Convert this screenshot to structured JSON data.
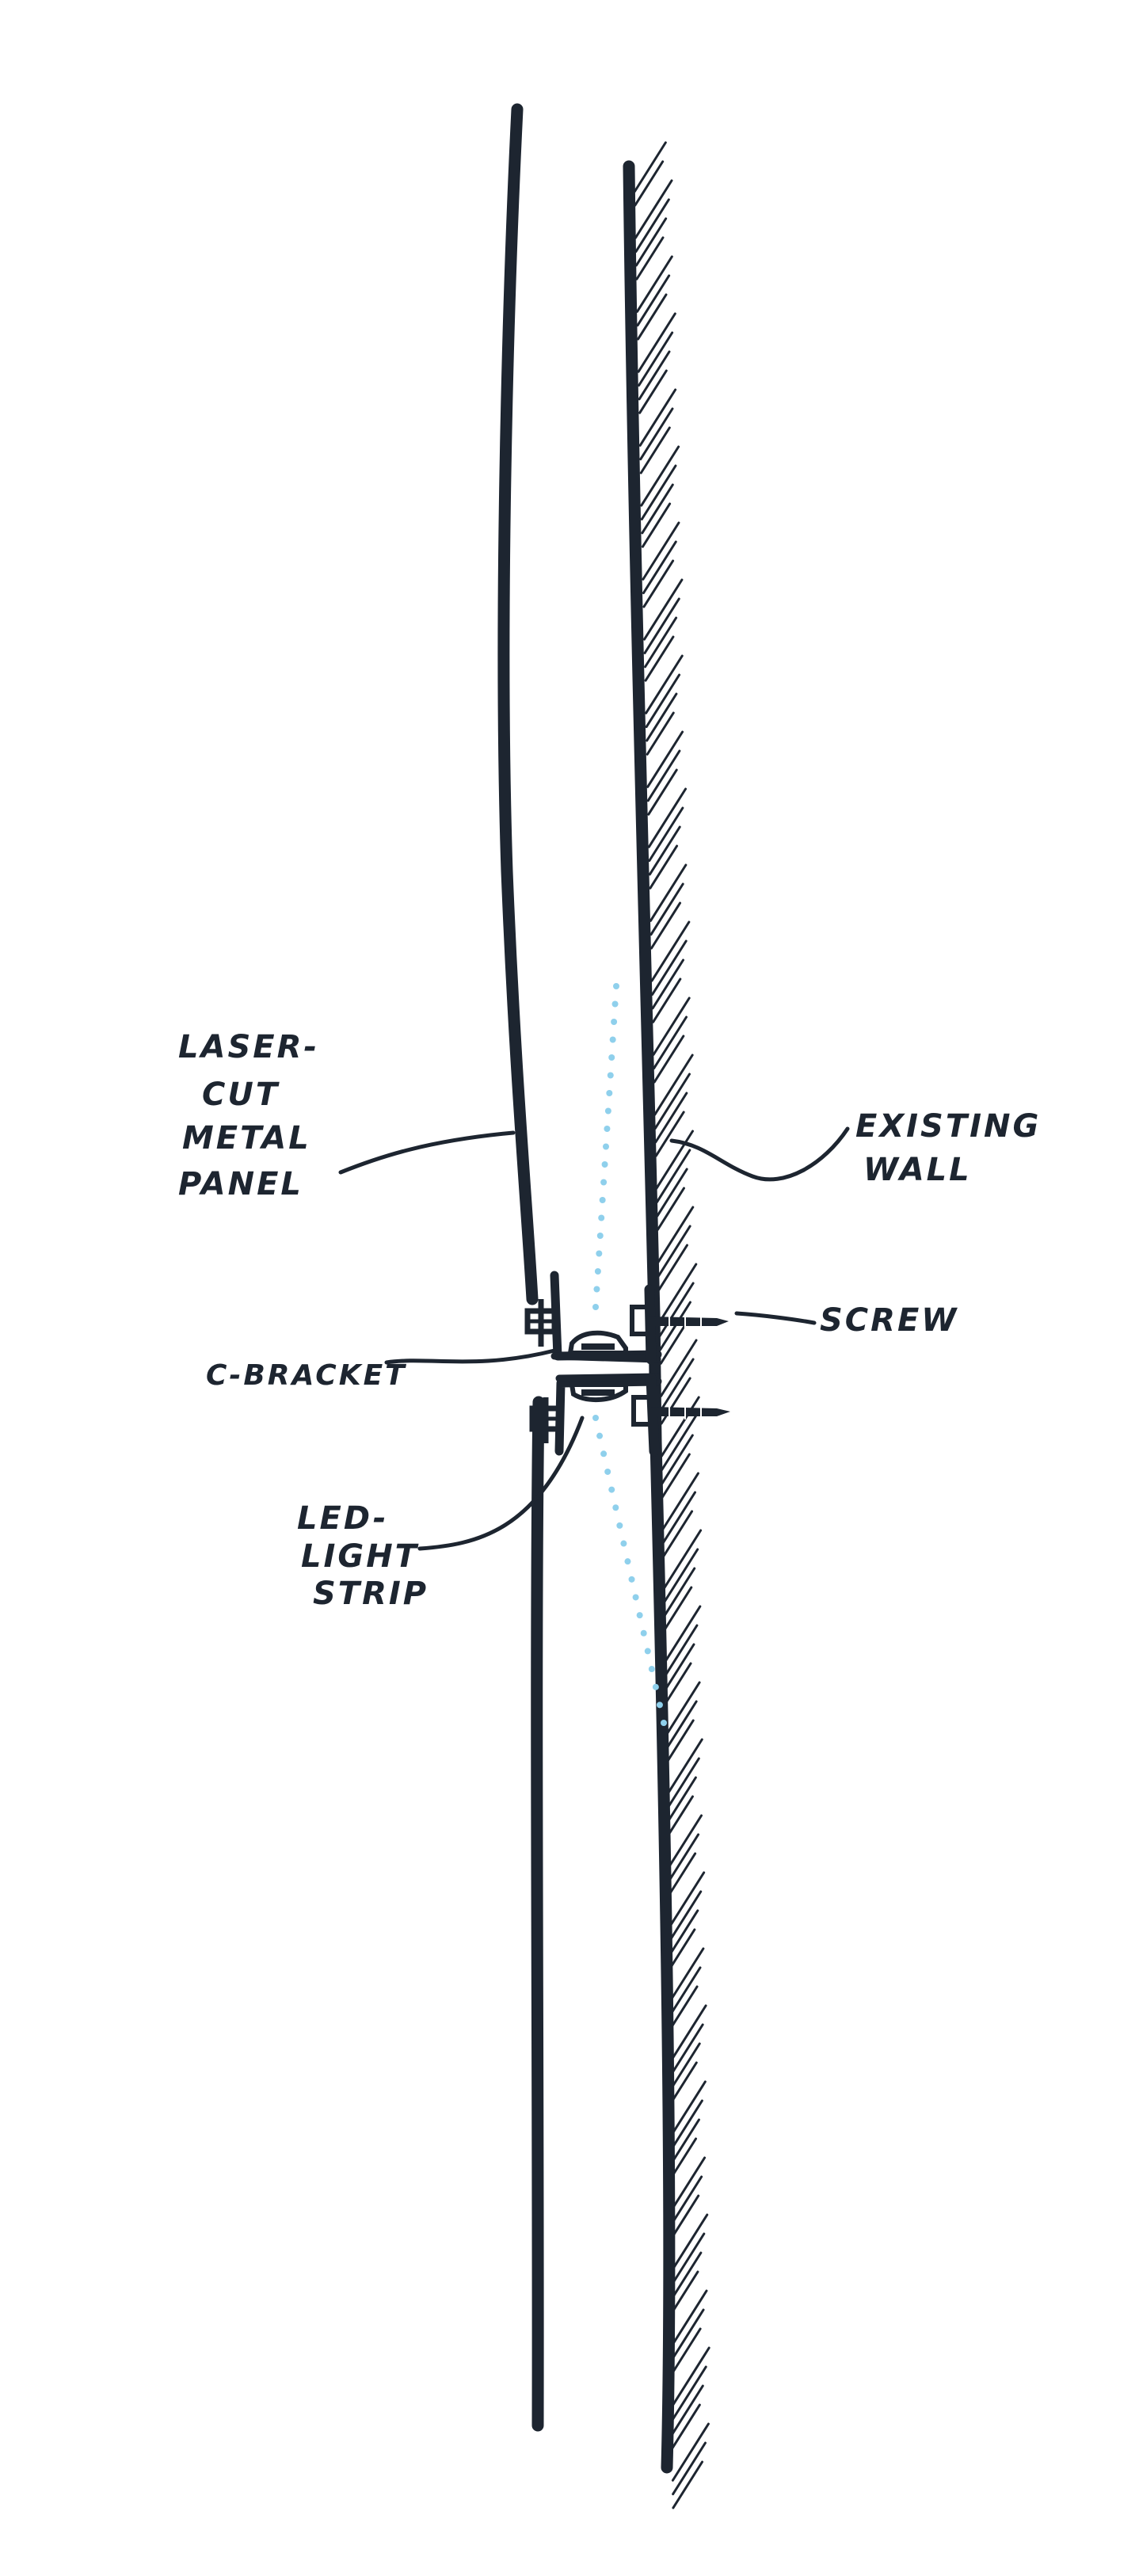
{
  "diagram": {
    "colors": {
      "ink": "#1d2530",
      "led": "#8fd0ec",
      "background": "#ffffff"
    },
    "labels": {
      "panel": [
        "LASER-",
        "CUT",
        "METAL",
        "PANEL"
      ],
      "wall": [
        "EXISTING",
        "WALL"
      ],
      "screw": "SCREW",
      "bracket": "C-BRACKET",
      "led": [
        "LED-",
        "LIGHT",
        "STRIP"
      ]
    }
  }
}
